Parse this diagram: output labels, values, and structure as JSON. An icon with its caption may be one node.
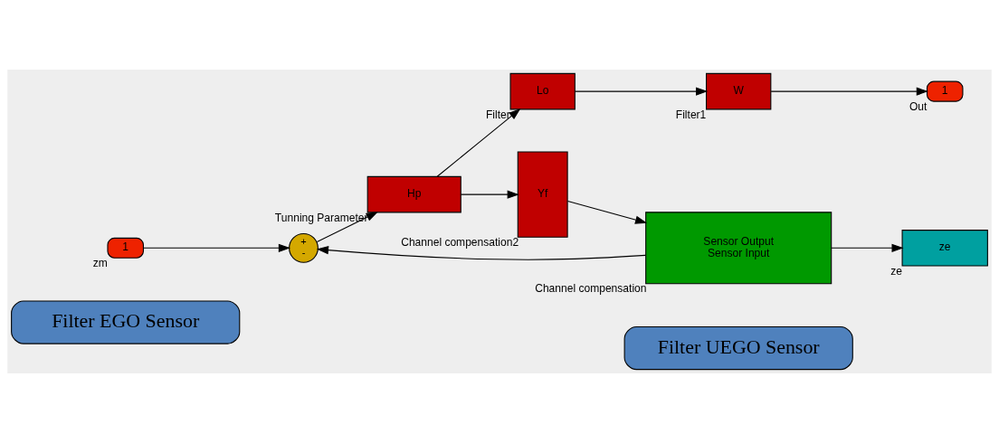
{
  "diagram": {
    "nodes": [
      {
        "text": [
          "Filter EGO Sensor"
        ]
      },
      {
        "text": [
          "Filter UEGO Sensor"
        ]
      },
      {
        "text": [
          "1"
        ],
        "beside": [
          "zm"
        ]
      },
      {
        "text": [
          "+",
          "-"
        ]
      },
      {
        "text": [
          "Hp"
        ],
        "beside": [
          "Tunning Parameter"
        ]
      },
      {
        "text": [
          "Lo"
        ],
        "beside": [
          "Filter"
        ]
      },
      {
        "text": [
          "W"
        ],
        "beside": [
          "Filter1"
        ]
      },
      {
        "text": [
          "1"
        ],
        "beside": [
          "Out"
        ]
      },
      {
        "text": [
          "ze"
        ],
        "beside": [
          "ze"
        ]
      },
      {
        "text": [
          "Yf"
        ],
        "beside": [
          "Channel compensation2"
        ]
      },
      {
        "text": [
          "Sensor Output",
          "Sensor Input"
        ],
        "beside": [
          "Channel compensation"
        ]
      }
    ],
    "edges": [
      {
        "from": 2,
        "to": 3,
        "arrow": "to"
      },
      {
        "from": 3,
        "to": 4,
        "arrow": "to"
      },
      {
        "from": 4,
        "to": 5,
        "arrow": "to"
      },
      {
        "from": 4,
        "to": 9,
        "arrow": "to"
      },
      {
        "from": 5,
        "to": 6,
        "arrow": "to"
      },
      {
        "from": 6,
        "to": 7,
        "arrow": "to"
      },
      {
        "from": 9,
        "to": 10,
        "arrow": "to"
      },
      {
        "from": 10,
        "to": 3,
        "arrow": "to"
      },
      {
        "from": 10,
        "to": 8,
        "arrow": "to"
      }
    ]
  }
}
